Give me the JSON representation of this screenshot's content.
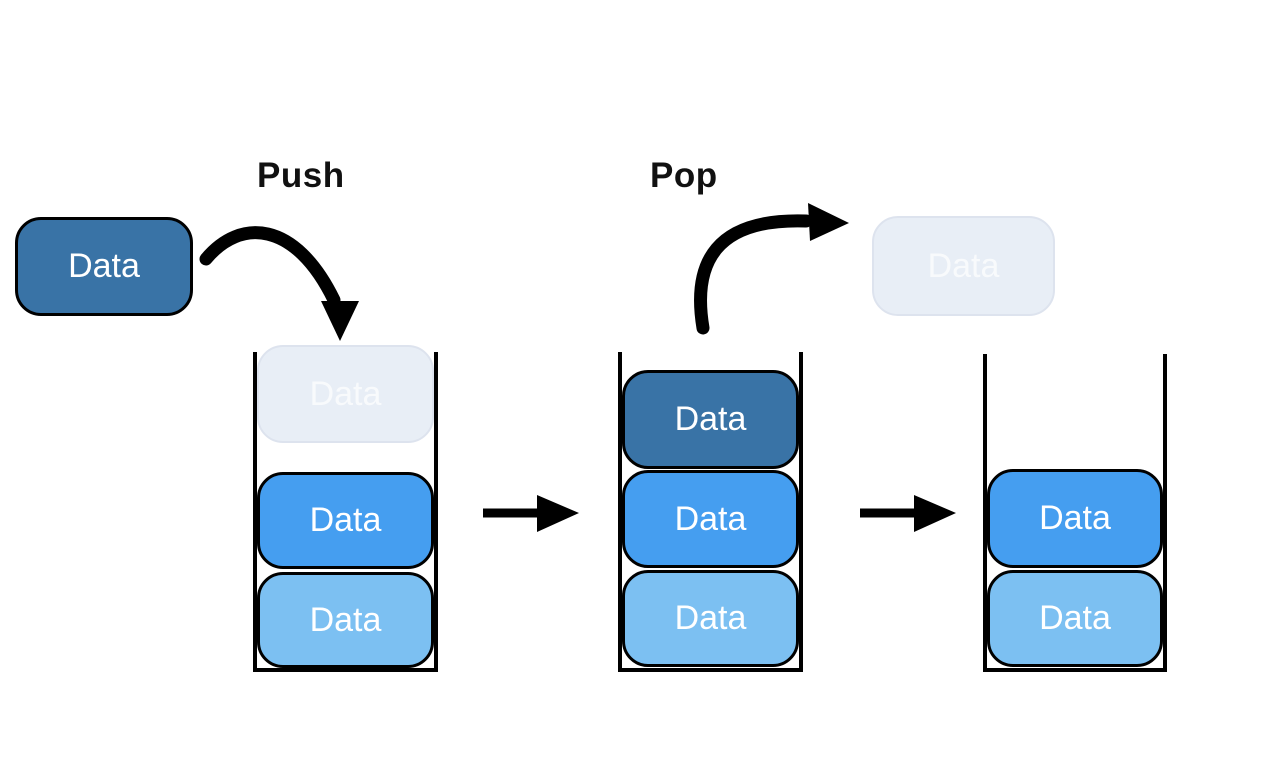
{
  "diagram": {
    "title_semantics": "stack-push-pop",
    "push_label": "Push",
    "pop_label": "Pop",
    "incoming_box": {
      "label": "Data",
      "state": "dark"
    },
    "popped_box": {
      "label": "Data",
      "state": "ghost"
    },
    "stacks": [
      {
        "name": "stack-before-push",
        "items": [
          {
            "label": "Data",
            "state": "ghost"
          },
          {
            "label": "Data",
            "state": "medium"
          },
          {
            "label": "Data",
            "state": "light"
          }
        ]
      },
      {
        "name": "stack-after-push",
        "items": [
          {
            "label": "Data",
            "state": "dark"
          },
          {
            "label": "Data",
            "state": "medium"
          },
          {
            "label": "Data",
            "state": "light"
          }
        ]
      },
      {
        "name": "stack-after-pop",
        "items": [
          {
            "label": "Data",
            "state": "medium"
          },
          {
            "label": "Data",
            "state": "light"
          }
        ]
      }
    ],
    "arrows": [
      {
        "name": "push-curved-arrow"
      },
      {
        "name": "pop-curved-arrow"
      },
      {
        "name": "transition-arrow-1"
      },
      {
        "name": "transition-arrow-2"
      }
    ],
    "colors": {
      "dark_blue": "#3973A6",
      "medium_blue": "#459EF0",
      "light_blue": "#7CC0F2",
      "ghost_fill": "#E8EEF6",
      "ghost_border": "#DDE3EE",
      "ghost_text": "#F8FAFC",
      "box_outline": "#000000",
      "arrow_color": "#000000",
      "box_text": "#FFFFFF",
      "label_text": "#111111",
      "background": "#FFFFFF"
    }
  }
}
